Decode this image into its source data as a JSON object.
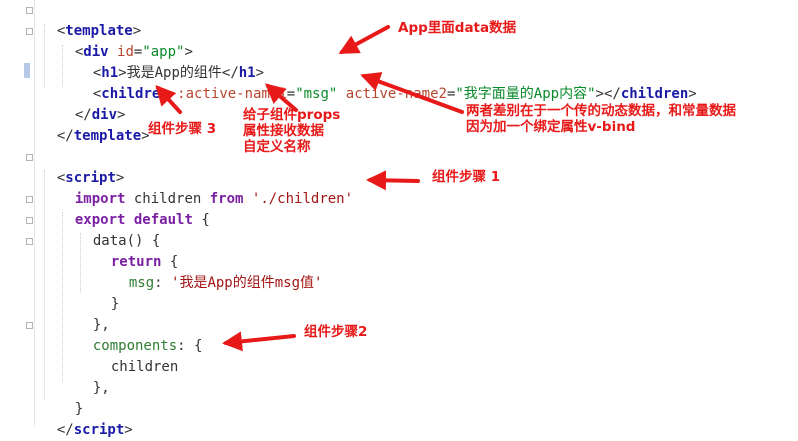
{
  "code_lines": [
    [
      "<",
      "template",
      ">"
    ],
    [
      "<",
      "div",
      " ",
      "id",
      "=",
      "\"app\"",
      ">"
    ],
    [
      "<",
      "h1",
      ">",
      "我是App的组件",
      "</",
      "h1",
      ">"
    ],
    [
      "<",
      "children",
      " ",
      ":active-name1",
      "=",
      "\"msg\"",
      " ",
      "active-name2",
      "=",
      "\"我字面量的App内容\"",
      "></",
      "children",
      ">"
    ],
    [
      "</",
      "div",
      ">"
    ],
    [
      "</",
      "template",
      ">"
    ],
    [],
    [
      "<",
      "script",
      ">"
    ],
    [
      "import",
      " children ",
      "from",
      " ",
      "'./children'"
    ],
    [
      "export",
      " ",
      "default",
      " {"
    ],
    [
      "data() {"
    ],
    [
      "return",
      " {"
    ],
    [
      "msg",
      ": ",
      "'我是App的组件msg值'"
    ],
    [
      "}"
    ],
    [
      "},"
    ],
    [
      "components",
      ": {"
    ],
    [
      "children"
    ],
    [
      "},"
    ],
    [
      "}"
    ],
    [
      "</",
      "script",
      ">"
    ]
  ],
  "annotations": {
    "app_data": "App里面data数据",
    "difference_line1": "两者差别在于一个传的动态数据，和常量数据",
    "difference_line2": "因为加一个绑定属性v-bind",
    "props_line1": "给子组件props",
    "props_line2": "属性接收数据",
    "props_line3": "自定义名称",
    "step1": "组件步骤 1",
    "step2": "组件步骤2",
    "step3": "组件步骤 3"
  },
  "colors": {
    "tag": "#1a1aa6",
    "attribute": "#b5472f",
    "string": "#a31515",
    "keyword": "#7a1fa2",
    "annotation": "#e81919"
  }
}
